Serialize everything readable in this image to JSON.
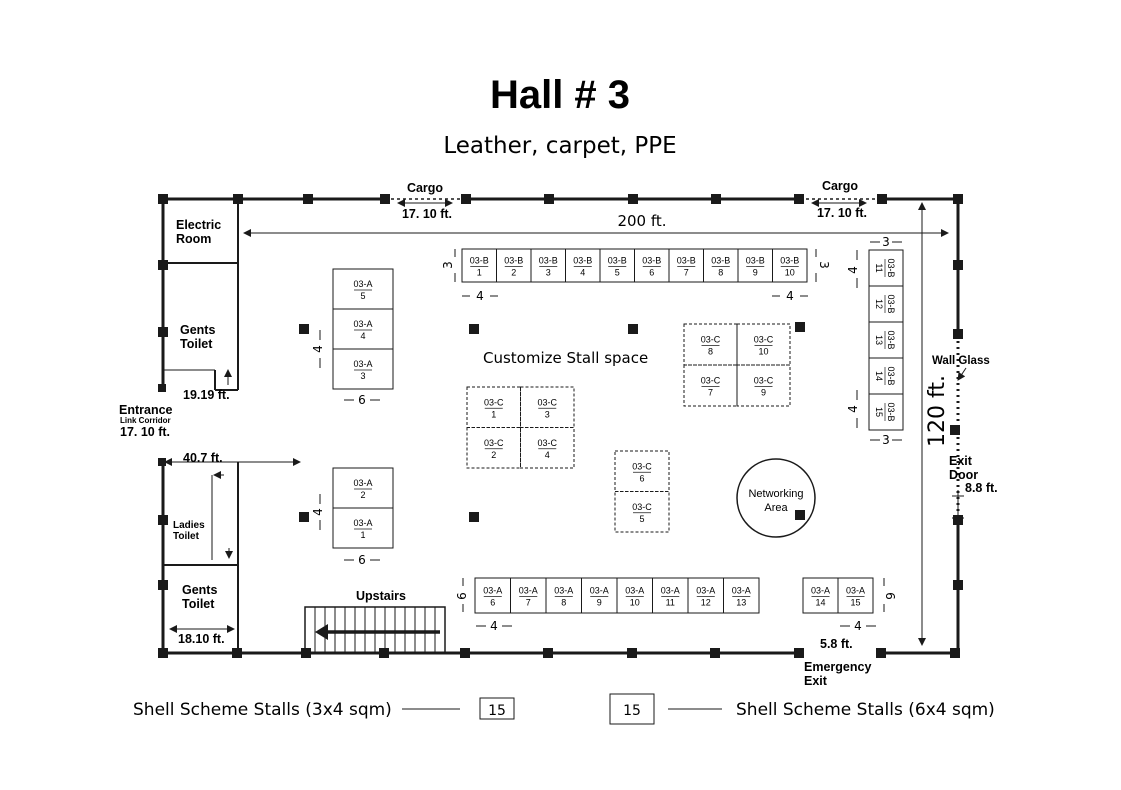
{
  "header": {
    "title": "Hall # 3",
    "subtitle": "Leather, carpet, PPE"
  },
  "labels": {
    "cargo_left": "Cargo",
    "cargo_left_dim": "17. 10 ft.",
    "cargo_right": "Cargo",
    "cargo_right_dim": "17. 10 ft.",
    "width_dim": "200 ft.",
    "height_dim": "120 ft.",
    "electric_room_1": "Electric",
    "electric_room_2": "Room",
    "gents_toilet_top_1": "Gents",
    "gents_toilet_top_2": "Toilet",
    "gents_toilet_top_dim": "19.19 ft.",
    "entrance": "Entrance",
    "link_corridor": "Link Corridor",
    "entrance_dim": "17. 10  ft.",
    "left_dim": "40.7 ft.",
    "ladies_toilet_1": "Ladies",
    "ladies_toilet_2": "Toilet",
    "gents_toilet_bottom_1": "Gents",
    "gents_toilet_bottom_2": "Toilet",
    "gents_toilet_bottom_dim": "18.10 ft.",
    "upstairs": "Upstairs",
    "customize_space": "Customize Stall space",
    "networking_1": "Networking",
    "networking_2": "Area",
    "wall_glass": "Wall Glass",
    "exit_door_1": "Exit",
    "exit_door_2": "Door",
    "exit_door_dim": "8.8  ft.",
    "emergency_exit_1": "Emergency",
    "emergency_exit_2": "Exit",
    "emergency_dim": "5.8  ft."
  },
  "dimensions": {
    "d3": "3",
    "d4": "4",
    "d6": "6"
  },
  "stalls": {
    "b_row": [
      {
        "code": "03-B",
        "num": "1"
      },
      {
        "code": "03-B",
        "num": "2"
      },
      {
        "code": "03-B",
        "num": "3"
      },
      {
        "code": "03-B",
        "num": "4"
      },
      {
        "code": "03-B",
        "num": "5"
      },
      {
        "code": "03-B",
        "num": "6"
      },
      {
        "code": "03-B",
        "num": "7"
      },
      {
        "code": "03-B",
        "num": "8"
      },
      {
        "code": "03-B",
        "num": "9"
      },
      {
        "code": "03-B",
        "num": "10"
      }
    ],
    "b_col": [
      {
        "code": "03-B",
        "num": "11"
      },
      {
        "code": "03-B",
        "num": "12"
      },
      {
        "code": "03-B",
        "num": "13"
      },
      {
        "code": "03-B",
        "num": "14"
      },
      {
        "code": "03-B",
        "num": "15"
      }
    ],
    "a_top": [
      {
        "code": "03-A",
        "num": "5"
      },
      {
        "code": "03-A",
        "num": "4"
      },
      {
        "code": "03-A",
        "num": "3"
      }
    ],
    "a_mid": [
      {
        "code": "03-A",
        "num": "2"
      },
      {
        "code": "03-A",
        "num": "1"
      }
    ],
    "a_row": [
      {
        "code": "03-A",
        "num": "6"
      },
      {
        "code": "03-A",
        "num": "7"
      },
      {
        "code": "03-A",
        "num": "8"
      },
      {
        "code": "03-A",
        "num": "9"
      },
      {
        "code": "03-A",
        "num": "10"
      },
      {
        "code": "03-A",
        "num": "11"
      },
      {
        "code": "03-A",
        "num": "12"
      },
      {
        "code": "03-A",
        "num": "13"
      }
    ],
    "a_right": [
      {
        "code": "03-A",
        "num": "14"
      },
      {
        "code": "03-A",
        "num": "15"
      }
    ],
    "c_left": [
      {
        "code": "03-C",
        "num": "1"
      },
      {
        "code": "03-C",
        "num": "3"
      },
      {
        "code": "03-C",
        "num": "2"
      },
      {
        "code": "03-C",
        "num": "4"
      }
    ],
    "c_mid": [
      {
        "code": "03-C",
        "num": "6"
      },
      {
        "code": "03-C",
        "num": "5"
      }
    ],
    "c_right": [
      {
        "code": "03-C",
        "num": "8"
      },
      {
        "code": "03-C",
        "num": "10"
      },
      {
        "code": "03-C",
        "num": "7"
      },
      {
        "code": "03-C",
        "num": "9"
      }
    ]
  },
  "legend": {
    "small_count": "15",
    "small_label": "Shell Scheme Stalls (3x4 sqm)",
    "large_count": "15",
    "large_label": "Shell Scheme Stalls (6x4 sqm)"
  }
}
